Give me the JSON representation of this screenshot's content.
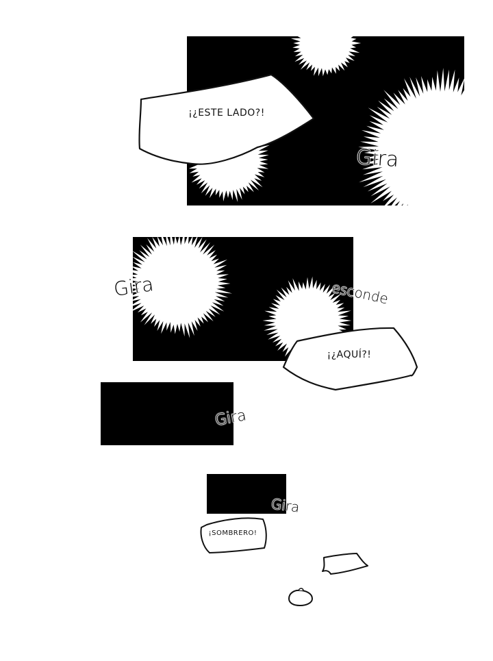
{
  "bubbles": {
    "este_lado": "¡¿ESTE LADO?!",
    "aqui": "¡¿AQUÍ?!",
    "sombrero": "¡SOMBRERO!"
  },
  "sfx": {
    "gira_1": "Gira",
    "gira_2": "Gira",
    "esconde": "esconde",
    "gira_3": "Gira",
    "gira_4": "Gira"
  },
  "colors": {
    "panel": "#000000",
    "burst": "#ffffff",
    "ink": "#111111"
  }
}
